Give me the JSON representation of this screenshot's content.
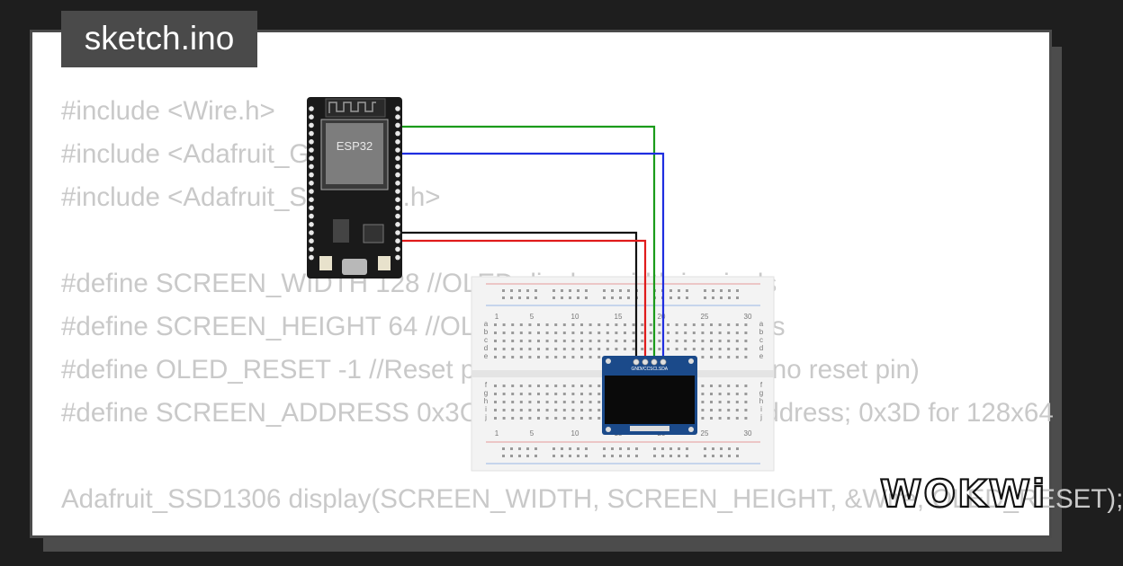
{
  "tab": {
    "label": "sketch.ino"
  },
  "code_lines": [
    "#include <Wire.h>",
    "#include <Adafruit_GFX.h>",
    "#include <Adafruit_SSD1306.h>",
    "",
    "#define SCREEN_WIDTH 128 //OLED display width in pixels",
    "#define SCREEN_HEIGHT 64 //OLED display height in pixels",
    "#define OLED_RESET -1 //Reset pin # (or -1 if sharing Arduino reset pin)",
    "#define SCREEN_ADDRESS 0x3C ///< See datasheet for Address; 0x3D for 128x64",
    "",
    "Adafruit_SSD1306 display(SCREEN_WIDTH, SCREEN_HEIGHT, &Wire, OLED_RESET);"
  ],
  "esp32": {
    "label": "ESP32"
  },
  "oled": {
    "pins": [
      "GND",
      "VCC",
      "SCL",
      "SDA"
    ]
  },
  "breadboard": {
    "col_numbers": [
      "1",
      "5",
      "10",
      "15",
      "20",
      "25",
      "30"
    ],
    "row_letters_top": [
      "a",
      "b",
      "c",
      "d",
      "e"
    ],
    "row_letters_bottom": [
      "f",
      "g",
      "h",
      "i",
      "j"
    ]
  },
  "wires": [
    {
      "name": "gnd",
      "color": "#111111"
    },
    {
      "name": "vcc",
      "color": "#e01b1b"
    },
    {
      "name": "scl",
      "color": "#1a9b1a"
    },
    {
      "name": "sda",
      "color": "#1f2ee0"
    }
  ],
  "logo": {
    "text": "WOKWi"
  }
}
